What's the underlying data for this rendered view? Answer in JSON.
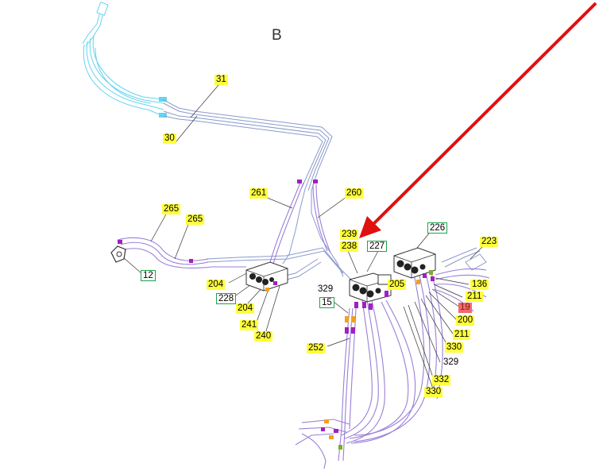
{
  "diagram": {
    "view_label": "B",
    "colors": {
      "pipe_cyan": "#66d4ee",
      "pipe_blue": "#8a9acc",
      "hose_purple": "#9a7fd8",
      "fitting_magenta": "#a020c0",
      "fitting_orange": "#f2a020",
      "fitting_green": "#7ab020",
      "label_yellow": "#ffff3a",
      "label_green_border": "#1aa64a",
      "label_red": "#f06a6a",
      "arrow_red": "#e01010",
      "leader_line": "#333333"
    },
    "labels": [
      {
        "id": "l31",
        "text": "31",
        "style": "yellow"
      },
      {
        "id": "l30",
        "text": "30",
        "style": "yellow"
      },
      {
        "id": "l261",
        "text": "261",
        "style": "yellow"
      },
      {
        "id": "l260",
        "text": "260",
        "style": "yellow"
      },
      {
        "id": "l265a",
        "text": "265",
        "style": "yellow"
      },
      {
        "id": "l265b",
        "text": "265",
        "style": "yellow"
      },
      {
        "id": "l12",
        "text": "12",
        "style": "green"
      },
      {
        "id": "l204a",
        "text": "204",
        "style": "yellow"
      },
      {
        "id": "l228",
        "text": "228",
        "style": "green"
      },
      {
        "id": "l204b",
        "text": "204",
        "style": "yellow"
      },
      {
        "id": "l241",
        "text": "241",
        "style": "yellow"
      },
      {
        "id": "l240",
        "text": "240",
        "style": "yellow"
      },
      {
        "id": "l239",
        "text": "239",
        "style": "yellow"
      },
      {
        "id": "l238",
        "text": "238",
        "style": "yellow"
      },
      {
        "id": "l227",
        "text": "227",
        "style": "green"
      },
      {
        "id": "l226",
        "text": "226",
        "style": "green"
      },
      {
        "id": "l223",
        "text": "223",
        "style": "yellow"
      },
      {
        "id": "l329a",
        "text": "329",
        "style": "plain"
      },
      {
        "id": "l15",
        "text": "15",
        "style": "green"
      },
      {
        "id": "l205",
        "text": "205",
        "style": "yellow"
      },
      {
        "id": "l136",
        "text": "136",
        "style": "yellow"
      },
      {
        "id": "l211a",
        "text": "211",
        "style": "yellow"
      },
      {
        "id": "l19",
        "text": "19",
        "style": "red"
      },
      {
        "id": "l200",
        "text": "200",
        "style": "yellow"
      },
      {
        "id": "l211b",
        "text": "211",
        "style": "yellow"
      },
      {
        "id": "l330a",
        "text": "330",
        "style": "yellow"
      },
      {
        "id": "l252",
        "text": "252",
        "style": "yellow"
      },
      {
        "id": "l329b",
        "text": "329",
        "style": "plain"
      },
      {
        "id": "l332",
        "text": "332",
        "style": "yellow"
      },
      {
        "id": "l330b",
        "text": "330",
        "style": "yellow"
      }
    ]
  }
}
